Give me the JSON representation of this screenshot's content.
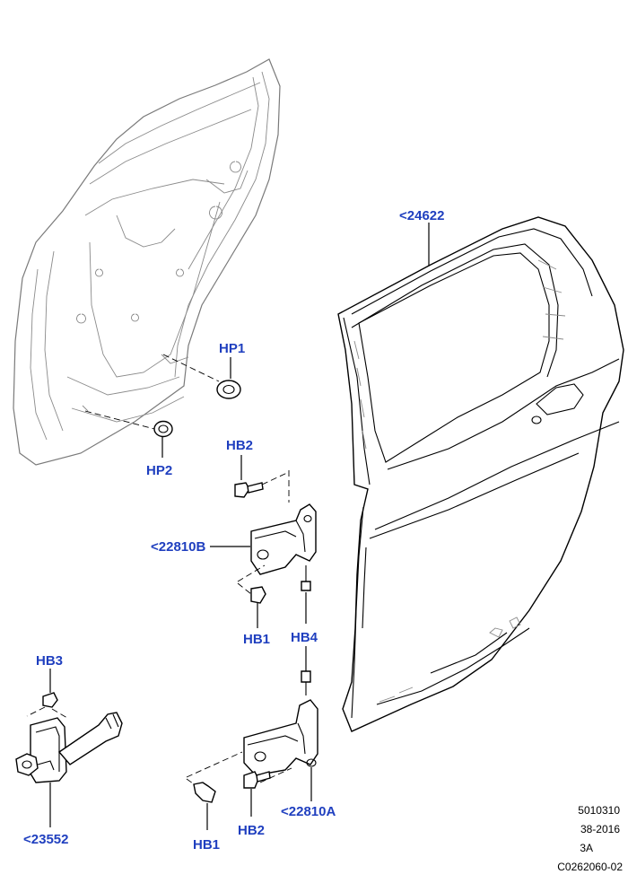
{
  "callouts": {
    "p24622": "<24622",
    "hp1": "HP1",
    "hp2": "HP2",
    "hb2_top": "HB2",
    "p22810b": "<22810B",
    "hb1_mid": "HB1",
    "hb4": "HB4",
    "hb3": "HB3",
    "p23552": "<23552",
    "p22810a": "<22810A",
    "hb1_bottom": "HB1",
    "hb2_bottom": "HB2"
  },
  "reference": {
    "line1": "5010310",
    "line2": "38-2016",
    "line3": "3A",
    "line4": "C0262060-02"
  },
  "colors": {
    "callout_text": "#1f3fbf",
    "line_art": "#000000",
    "ghost_line_art": "#7a7a7a"
  }
}
